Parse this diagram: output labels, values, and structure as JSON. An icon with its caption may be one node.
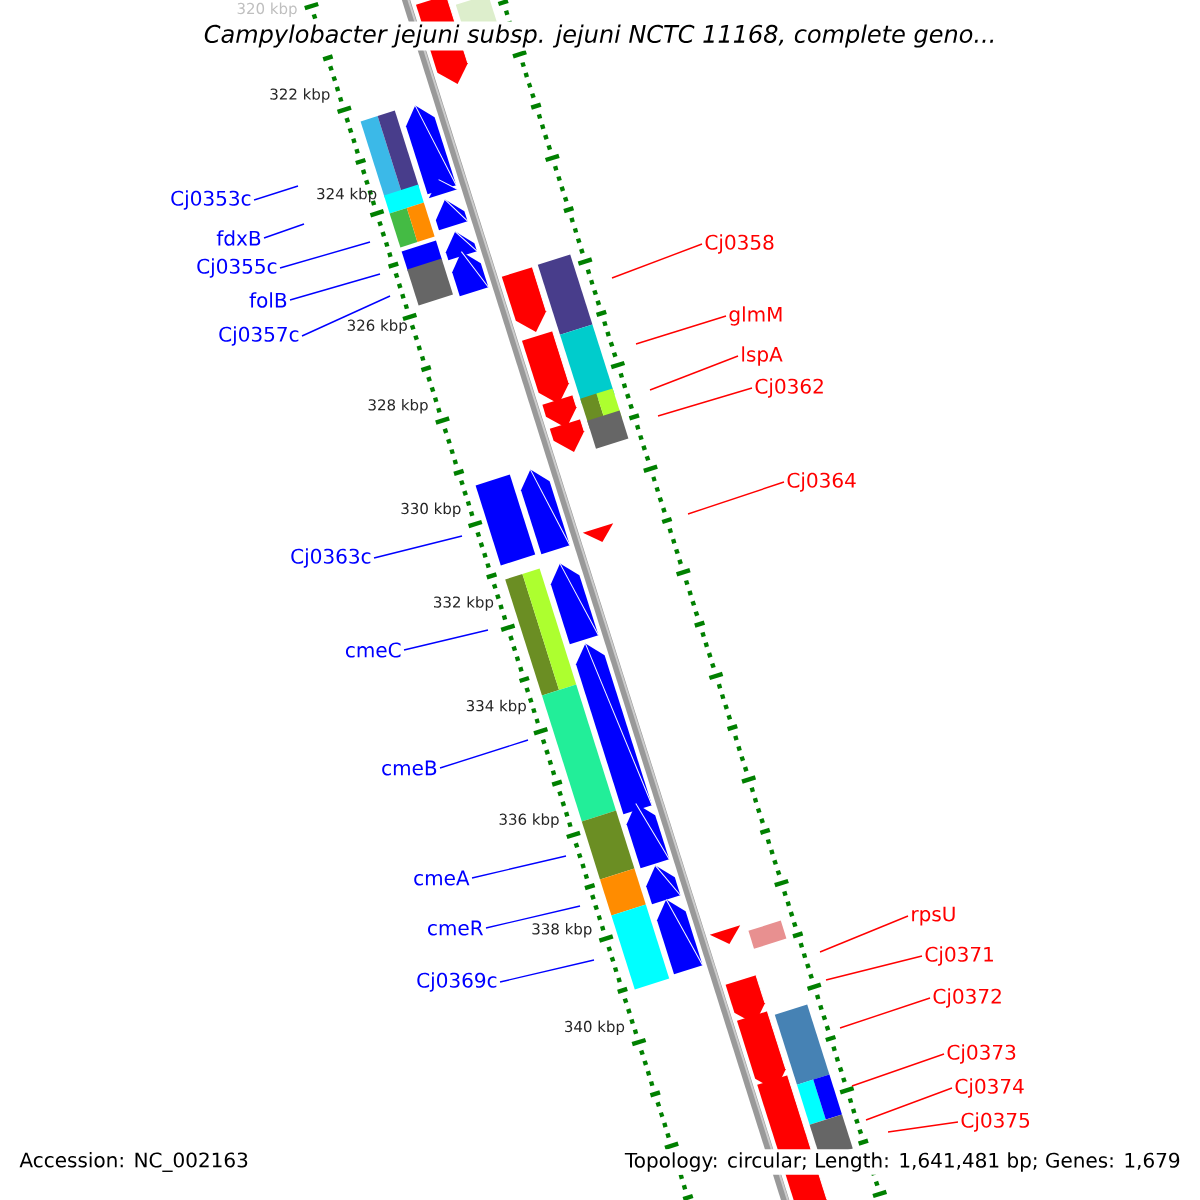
{
  "diagram": {
    "title": "*Campylobacter jejuni* subsp. *jejuni* NCTC 11168, complete geno...",
    "nodes": [
      {
        "text": [
          "Cj0353c"
        ]
      },
      {
        "text": [
          "fdxB"
        ]
      },
      {
        "text": [
          "Cj0355c"
        ]
      },
      {
        "text": [
          "folB"
        ]
      },
      {
        "text": [
          "Cj0357c"
        ]
      },
      {
        "text": [
          "Cj0363c"
        ]
      },
      {
        "text": [
          "cmeC"
        ]
      },
      {
        "text": [
          "cmeB"
        ]
      },
      {
        "text": [
          "cmeA"
        ]
      },
      {
        "text": [
          "cmeR"
        ]
      },
      {
        "text": [
          "Cj0369c"
        ]
      },
      {
        "text": [
          "Cj0358"
        ]
      },
      {
        "text": [
          "glmM"
        ]
      },
      {
        "text": [
          "lspA"
        ]
      },
      {
        "text": [
          "Cj0362"
        ]
      },
      {
        "text": [
          "Cj0364"
        ]
      },
      {
        "text": [
          "rpsU"
        ]
      },
      {
        "text": [
          "Cj0371"
        ]
      },
      {
        "text": [
          "Cj0372"
        ]
      },
      {
        "text": [
          "Cj0373"
        ]
      },
      {
        "text": [
          "Cj0374"
        ]
      },
      {
        "text": [
          "Cj0375"
        ]
      }
    ],
    "edges": [
      {
        "from": 0,
        "to": null,
        "arrow": "none",
        "color": "#0000ff"
      },
      {
        "from": 1,
        "to": null,
        "arrow": "none",
        "color": "#0000ff"
      },
      {
        "from": 2,
        "to": null,
        "arrow": "none",
        "color": "#0000ff"
      },
      {
        "from": 3,
        "to": null,
        "arrow": "none",
        "color": "#0000ff"
      },
      {
        "from": 4,
        "to": null,
        "arrow": "none",
        "color": "#0000ff"
      },
      {
        "from": 5,
        "to": null,
        "arrow": "none",
        "color": "#0000ff"
      },
      {
        "from": 6,
        "to": null,
        "arrow": "none",
        "color": "#0000ff"
      },
      {
        "from": 7,
        "to": null,
        "arrow": "none",
        "color": "#0000ff"
      },
      {
        "from": 8,
        "to": null,
        "arrow": "none",
        "color": "#0000ff"
      },
      {
        "from": 9,
        "to": null,
        "arrow": "none",
        "color": "#0000ff"
      },
      {
        "from": 10,
        "to": null,
        "arrow": "none",
        "color": "#0000ff"
      },
      {
        "from": 11,
        "to": null,
        "arrow": "none",
        "color": "#ff0000"
      },
      {
        "from": 12,
        "to": null,
        "arrow": "none",
        "color": "#ff0000"
      },
      {
        "from": 13,
        "to": null,
        "arrow": "none",
        "color": "#ff0000"
      },
      {
        "from": 14,
        "to": null,
        "arrow": "none",
        "color": "#ff0000"
      },
      {
        "from": 15,
        "to": null,
        "arrow": "none",
        "color": "#ff0000"
      },
      {
        "from": 16,
        "to": null,
        "arrow": "none",
        "color": "#ff0000"
      },
      {
        "from": 17,
        "to": null,
        "arrow": "none",
        "color": "#ff0000"
      },
      {
        "from": 18,
        "to": null,
        "arrow": "none",
        "color": "#ff0000"
      },
      {
        "from": 19,
        "to": null,
        "arrow": "none",
        "color": "#ff0000"
      },
      {
        "from": 20,
        "to": null,
        "arrow": "none",
        "color": "#ff0000"
      },
      {
        "from": 21,
        "to": null,
        "arrow": "none",
        "color": "#ff0000"
      }
    ],
    "labels": [
      "320 kbp",
      "322 kbp",
      "324 kbp",
      "326 kbp",
      "328 kbp",
      "330 kbp",
      "332 kbp",
      "334 kbp",
      "336 kbp",
      "338 kbp",
      "340 kbp",
      "Accession: NC_002163",
      "Topology: circular; Length: 1,641,481 bp; Genes: 1,679"
    ]
  }
}
